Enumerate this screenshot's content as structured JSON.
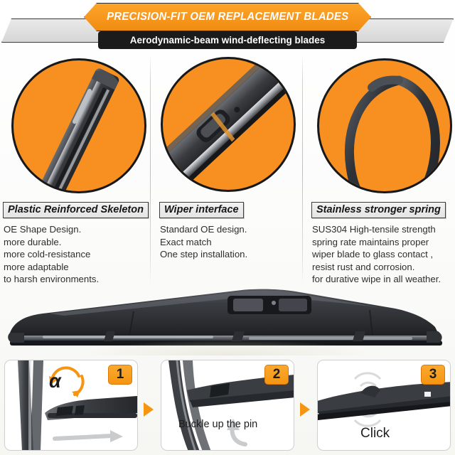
{
  "header": {
    "headline": "PRECISION-FIT OEM REPLACEMENT BLADES",
    "subhead": "Aerodynamic-beam wind-deflecting blades",
    "orange": "#f8971d",
    "dark": "#1b1b1b",
    "wing_gray": "#dedede"
  },
  "features": [
    {
      "title": "Plastic Reinforced Skeleton",
      "lines": [
        "OE Shape Design.",
        "more durable.",
        "more cold-resistance",
        "more adaptable",
        "to harsh environments."
      ],
      "image_name": "wiper-skeleton-closeup",
      "circle_color": "#f79020"
    },
    {
      "title": "Wiper interface",
      "lines": [
        "Standard OE design.",
        "Exact match",
        "One step installation."
      ],
      "image_name": "wiper-interface-closeup",
      "circle_color": "#f79020"
    },
    {
      "title": "Stainless stronger spring",
      "lines": [
        "SUS304 High-tensile strength",
        "spring rate maintains proper",
        "wiper blade to glass contact ,",
        "resist rust and corrosion.",
        "for durative wipe in all weather."
      ],
      "image_name": "stainless-spring-closeup",
      "circle_color": "#f79020"
    }
  ],
  "product": {
    "image_name": "rear-wiper-blade-product-photo",
    "body_color": "#2f3033"
  },
  "steps": [
    {
      "badge": "1",
      "label": "",
      "symbol": "α",
      "image_name": "step-align-adapter-angle"
    },
    {
      "badge": "2",
      "label": "Buckle up the pin",
      "symbol": "",
      "image_name": "step-buckle-pin"
    },
    {
      "badge": "3",
      "label": "Click",
      "symbol": "",
      "image_name": "step-click-lock"
    }
  ],
  "accent": {
    "orange": "#f59512",
    "divider": "#eab876"
  }
}
